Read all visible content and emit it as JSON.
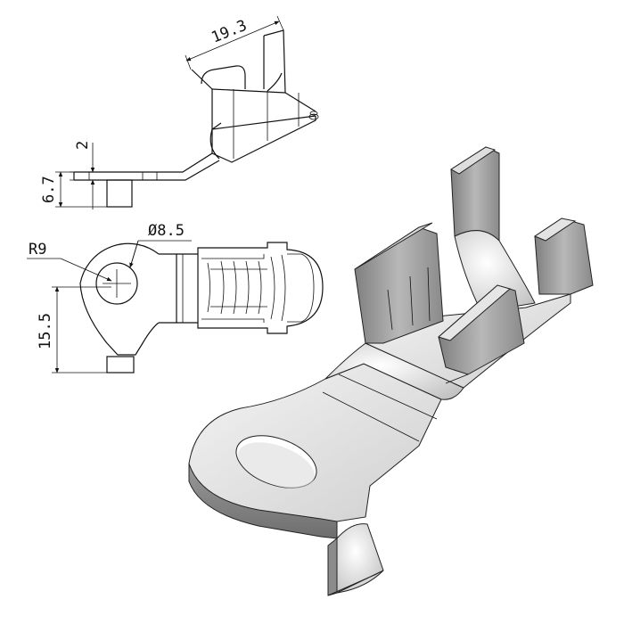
{
  "drawing": {
    "dimensions": {
      "width_top": "19.3",
      "thickness": "2",
      "height_side": "6.7",
      "hole_diameter": "Ø8.5",
      "radius": "R9",
      "center_offset": "15.5"
    }
  }
}
